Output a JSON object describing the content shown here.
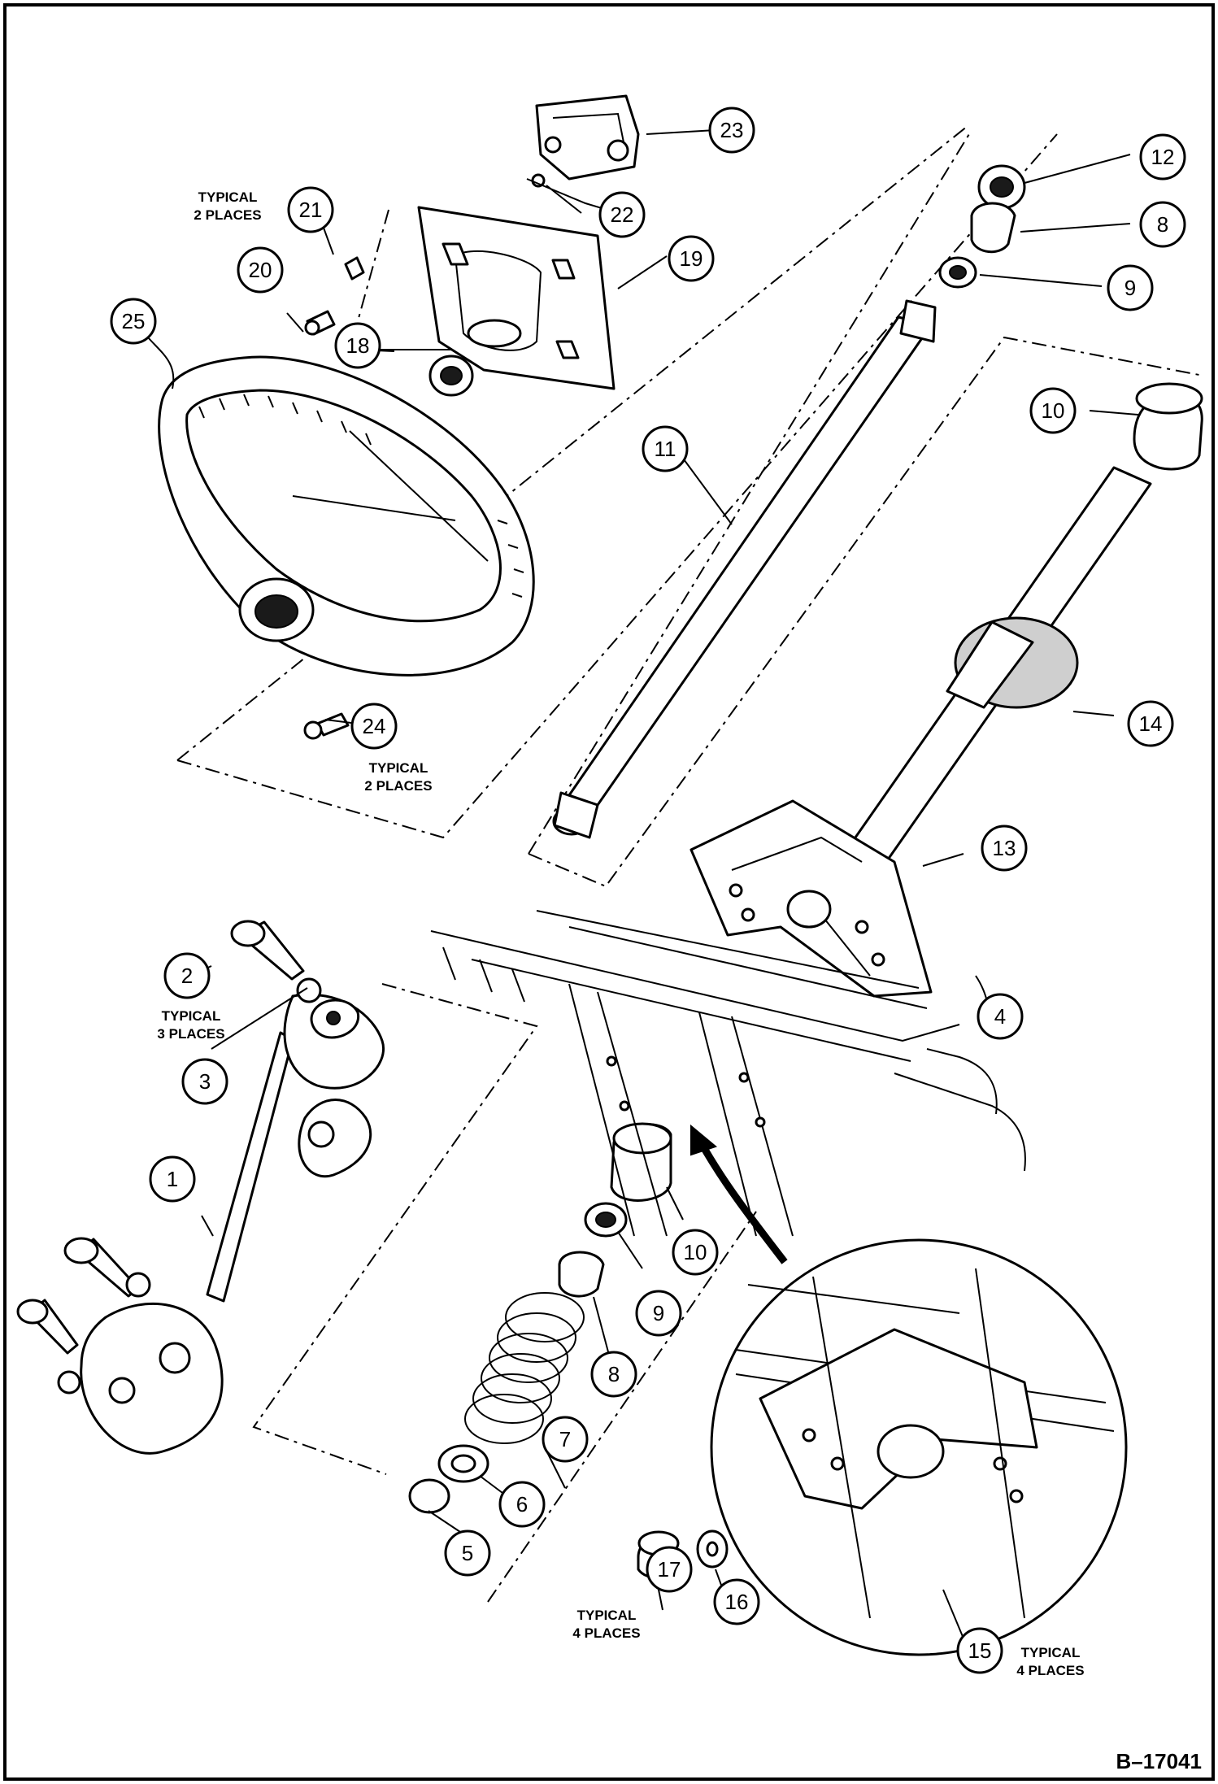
{
  "figure_code": "B–17041",
  "callouts": [
    {
      "id": "1",
      "label": "1"
    },
    {
      "id": "2",
      "label": "2"
    },
    {
      "id": "3",
      "label": "3"
    },
    {
      "id": "4",
      "label": "4"
    },
    {
      "id": "5",
      "label": "5"
    },
    {
      "id": "6",
      "label": "6"
    },
    {
      "id": "7",
      "label": "7"
    },
    {
      "id": "8a",
      "label": "8"
    },
    {
      "id": "8b",
      "label": "8"
    },
    {
      "id": "9a",
      "label": "9"
    },
    {
      "id": "9b",
      "label": "9"
    },
    {
      "id": "10a",
      "label": "10"
    },
    {
      "id": "10b",
      "label": "10"
    },
    {
      "id": "11",
      "label": "11"
    },
    {
      "id": "12",
      "label": "12"
    },
    {
      "id": "13",
      "label": "13"
    },
    {
      "id": "14",
      "label": "14"
    },
    {
      "id": "15",
      "label": "15"
    },
    {
      "id": "16",
      "label": "16"
    },
    {
      "id": "17",
      "label": "17"
    },
    {
      "id": "18",
      "label": "18"
    },
    {
      "id": "19",
      "label": "19"
    },
    {
      "id": "20",
      "label": "20"
    },
    {
      "id": "21",
      "label": "21"
    },
    {
      "id": "22",
      "label": "22"
    },
    {
      "id": "23",
      "label": "23"
    },
    {
      "id": "24",
      "label": "24"
    },
    {
      "id": "25",
      "label": "25"
    }
  ],
  "notes": [
    {
      "id": "n21",
      "line1": "TYPICAL",
      "line2": "2 PLACES"
    },
    {
      "id": "n24",
      "line1": "TYPICAL",
      "line2": "2 PLACES"
    },
    {
      "id": "n2",
      "line1": "TYPICAL",
      "line2": "3 PLACES"
    },
    {
      "id": "n17",
      "line1": "TYPICAL",
      "line2": "4 PLACES"
    },
    {
      "id": "n15",
      "line1": "TYPICAL",
      "line2": "4 PLACES"
    }
  ]
}
